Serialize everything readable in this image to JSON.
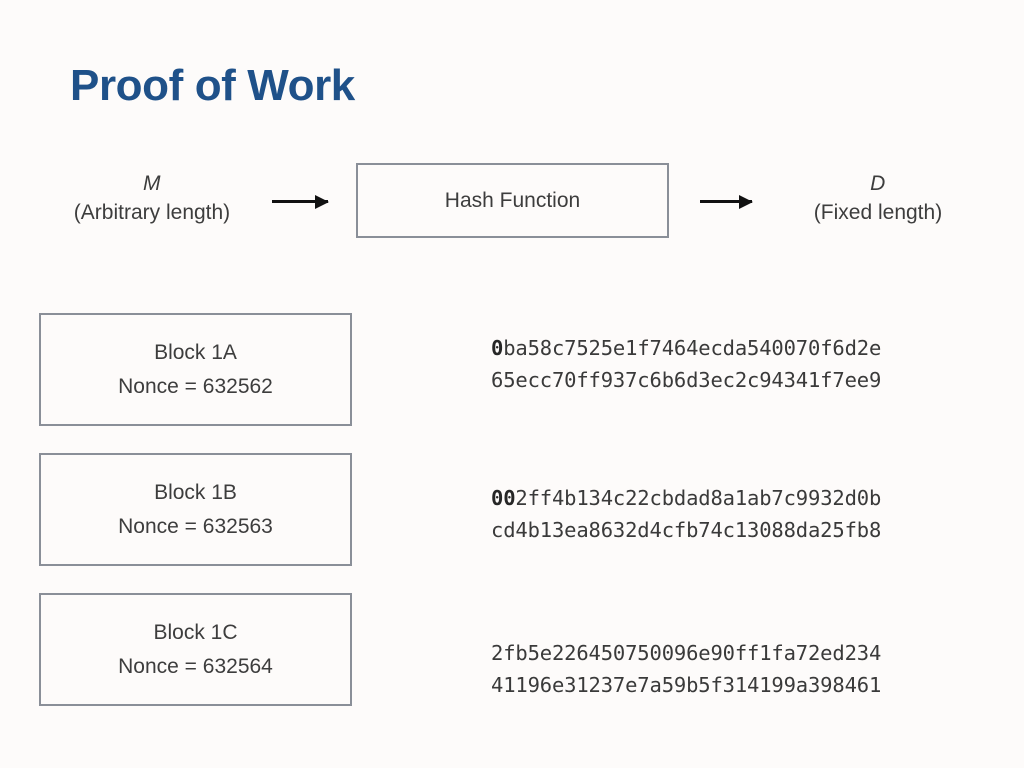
{
  "slide": {
    "title": "Proof of Work",
    "title_color": "#1f5189",
    "background_color": "#fdfbfa",
    "border_color": "#8a8f98"
  },
  "diagram": {
    "input": {
      "symbol": "M",
      "description": "(Arbitrary length)"
    },
    "process": {
      "label": "Hash Function"
    },
    "output": {
      "symbol": "D",
      "description": "(Fixed length)"
    },
    "arrow_in": "arrow-right",
    "arrow_out": "arrow-right"
  },
  "rows": [
    {
      "block_name": "Block 1A",
      "nonce_label": "Nonce = 632562",
      "hash_lead": "0",
      "hash_line1_rest": "ba58c7525e1f7464ecda540070f6d2e",
      "hash_line2": "65ecc70ff937c6b6d3ec2c94341f7ee9"
    },
    {
      "block_name": "Block 1B",
      "nonce_label": "Nonce = 632563",
      "hash_lead": "00",
      "hash_line1_rest": "2ff4b134c22cbdad8a1ab7c9932d0b",
      "hash_line2": "cd4b13ea8632d4cfb74c13088da25fb8"
    },
    {
      "block_name": "Block 1C",
      "nonce_label": "Nonce = 632564",
      "hash_lead": "",
      "hash_line1_rest": "2fb5e226450750096e90ff1fa72ed234",
      "hash_line2": "41196e31237e7a59b5f314199a398461"
    }
  ]
}
